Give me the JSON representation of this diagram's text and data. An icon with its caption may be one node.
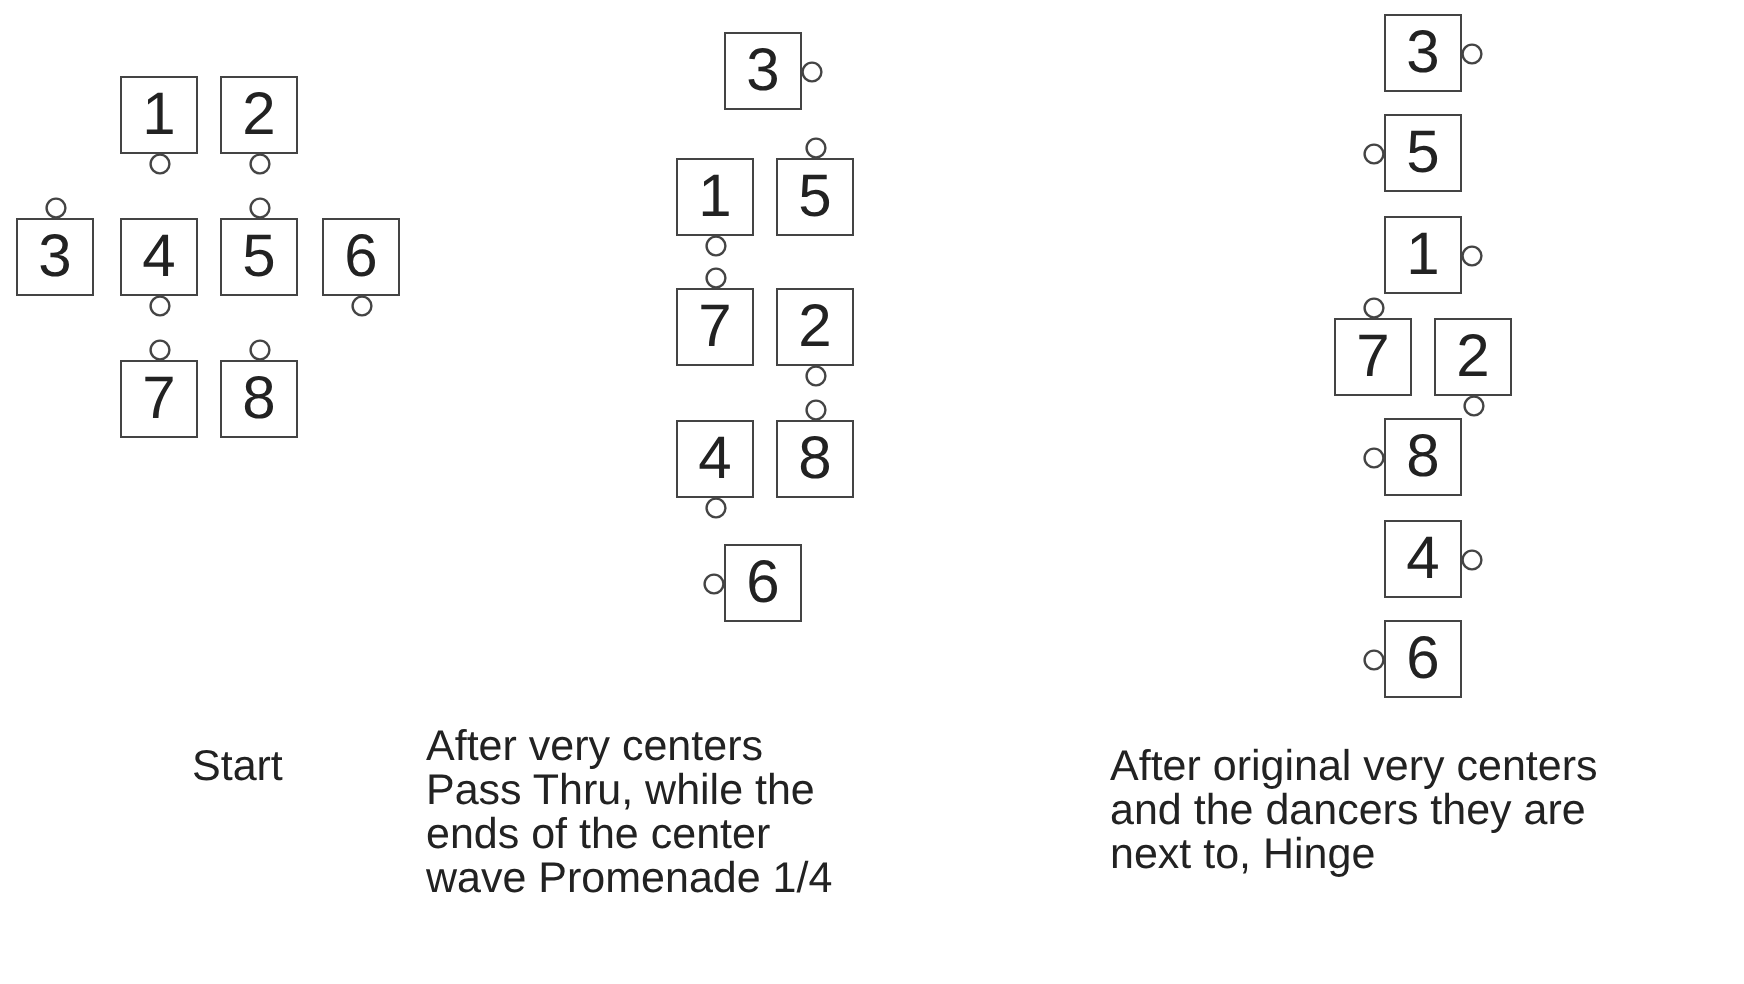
{
  "diagram": {
    "nodes": [
      {
        "text": [
          "1"
        ]
      },
      {
        "text": [
          "2"
        ]
      },
      {
        "text": [
          "3"
        ]
      },
      {
        "text": [
          "4"
        ]
      },
      {
        "text": [
          "5"
        ]
      },
      {
        "text": [
          "6"
        ]
      },
      {
        "text": [
          "7"
        ]
      },
      {
        "text": [
          "8"
        ]
      },
      {
        "text": [
          "3"
        ]
      },
      {
        "text": [
          "1"
        ]
      },
      {
        "text": [
          "5"
        ]
      },
      {
        "text": [
          "7"
        ]
      },
      {
        "text": [
          "2"
        ]
      },
      {
        "text": [
          "4"
        ]
      },
      {
        "text": [
          "8"
        ]
      },
      {
        "text": [
          "6"
        ]
      },
      {
        "text": [
          "3"
        ]
      },
      {
        "text": [
          "5"
        ]
      },
      {
        "text": [
          "1"
        ]
      },
      {
        "text": [
          "7"
        ]
      },
      {
        "text": [
          "2"
        ]
      },
      {
        "text": [
          "8"
        ]
      },
      {
        "text": [
          "4"
        ]
      },
      {
        "text": [
          "6"
        ]
      }
    ],
    "labels": [
      "Start",
      "After very centers Pass Thru, while the ends of the center wave Promenade 1/4",
      "After original very centers and the dancers they are next to, Hinge"
    ]
  }
}
